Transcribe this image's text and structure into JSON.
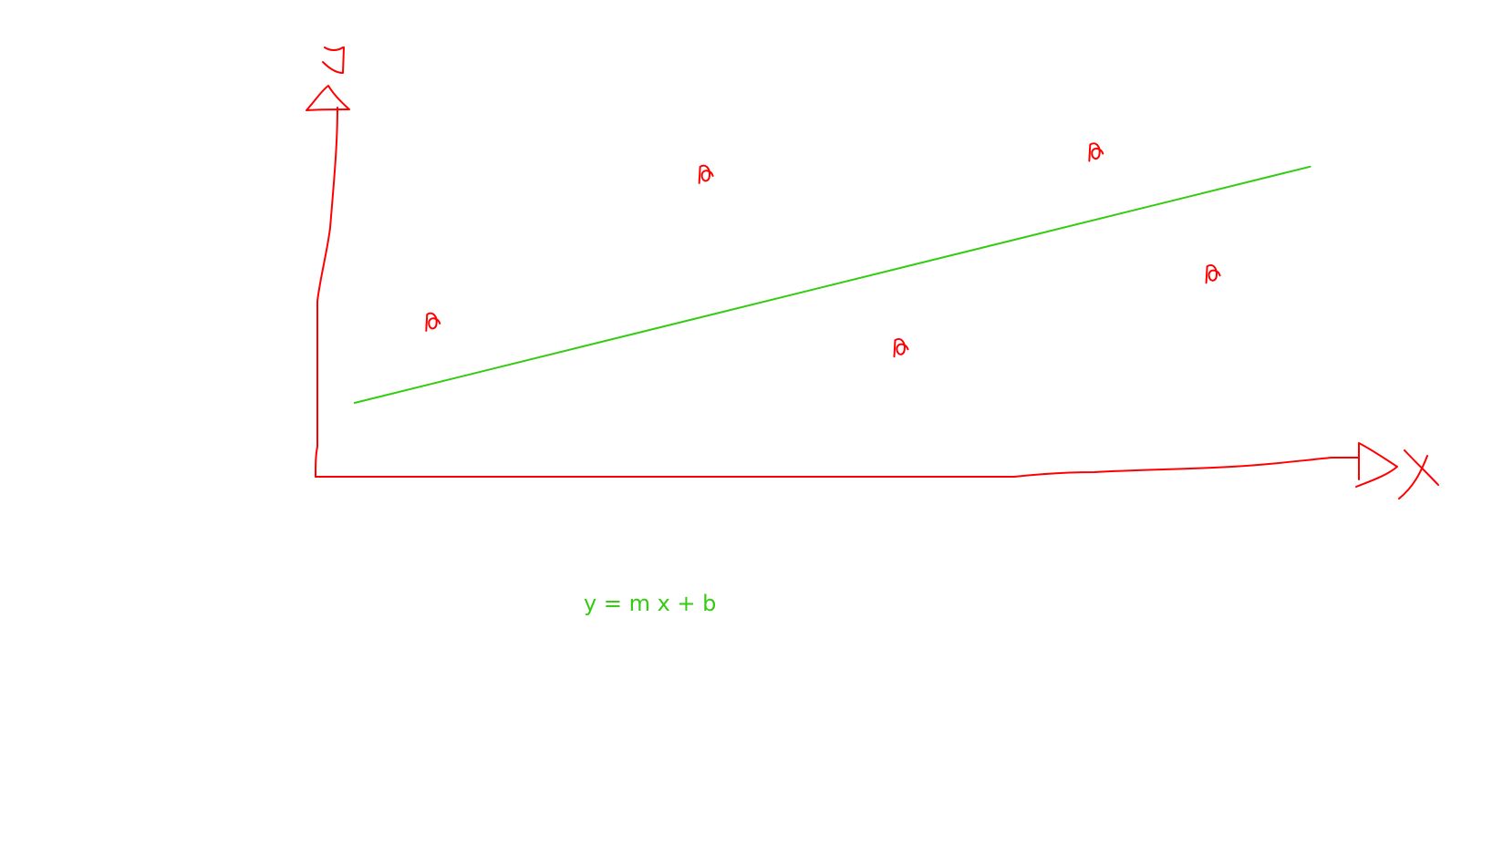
{
  "colors": {
    "axes": "#ff0000",
    "points": "#ff0000",
    "line": "#33cc11",
    "formula": "#33cc11"
  },
  "formula": "y = m x + b",
  "icons": [
    "y-axis-label-sketch",
    "x-axis-label-sketch",
    "data-point-scribble"
  ],
  "chart_data": {
    "type": "scatter",
    "title": "",
    "xlabel": "",
    "ylabel": "",
    "grid": false,
    "points": [
      {
        "x": 1.2,
        "y": 4.2
      },
      {
        "x": 4.0,
        "y": 8.2
      },
      {
        "x": 6.0,
        "y": 3.5
      },
      {
        "x": 8.0,
        "y": 8.8
      },
      {
        "x": 9.2,
        "y": 5.5
      }
    ],
    "fit_line": {
      "x": [
        0.4,
        10.2
      ],
      "y": [
        2.0,
        8.4
      ]
    },
    "xlim": [
      0,
      10.7
    ],
    "ylim": [
      0,
      10
    ]
  }
}
